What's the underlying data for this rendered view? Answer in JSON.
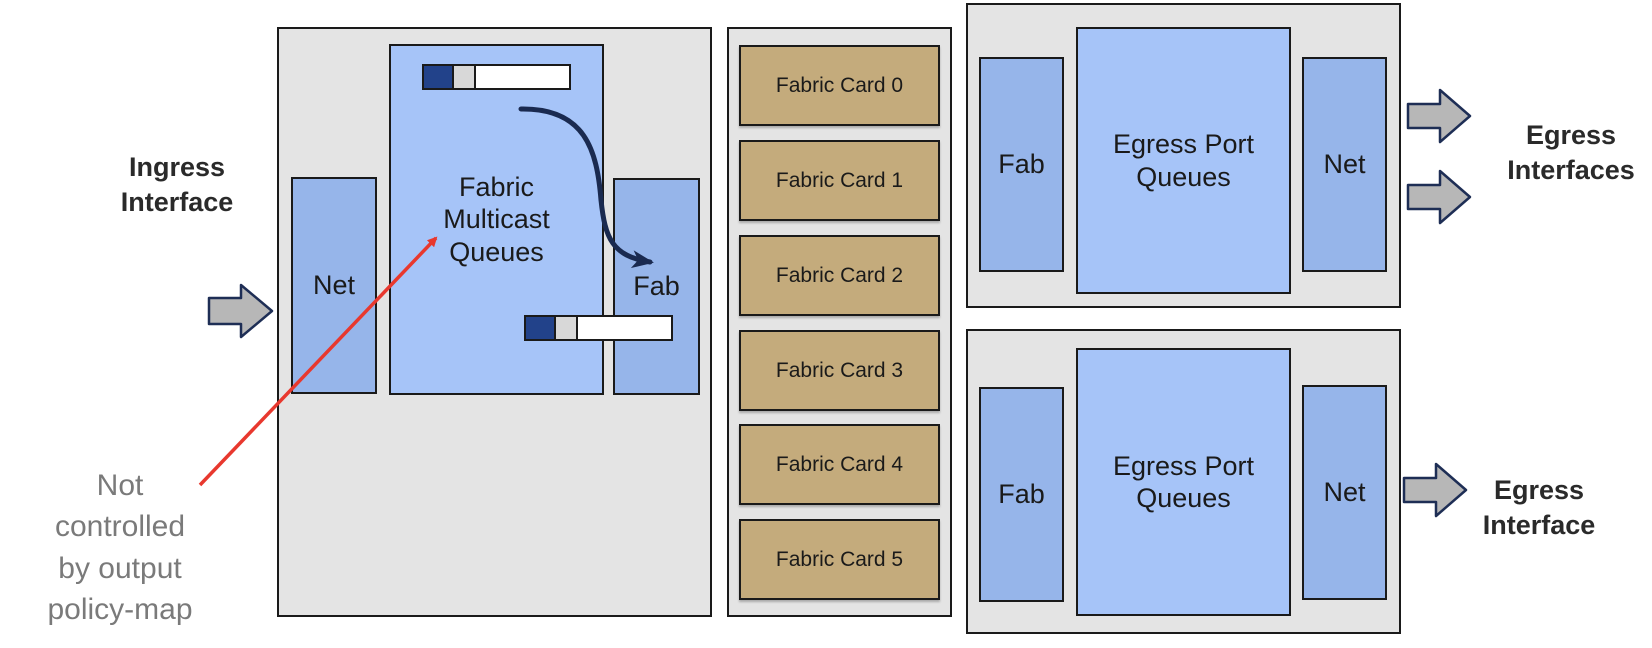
{
  "ingress": {
    "label": "Ingress\nInterface",
    "net": "Net",
    "fab": "Fab",
    "queues": "Fabric\nMulticast\nQueues"
  },
  "fabric_cards": [
    "Fabric Card 0",
    "Fabric Card 1",
    "Fabric Card 2",
    "Fabric Card 3",
    "Fabric Card 4",
    "Fabric Card 5"
  ],
  "egress_top": {
    "fab": "Fab",
    "queues": "Egress Port\nQueues",
    "net": "Net",
    "label": "Egress\nInterfaces"
  },
  "egress_bottom": {
    "fab": "Fab",
    "queues": "Egress Port\nQueues",
    "net": "Net",
    "label": "Egress\nInterface"
  },
  "annotation": "Not\ncontrolled\nby output\npolicy-map",
  "colors": {
    "panel": "#e4e4e4",
    "block": "#96b5ea",
    "card": "#c4ab7c",
    "arrow_red": "#e8382e",
    "arrow_navy": "#1a2a50"
  }
}
